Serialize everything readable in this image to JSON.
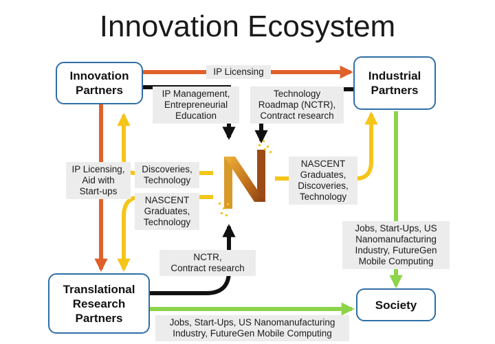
{
  "title": "Innovation Ecosystem",
  "nodes": {
    "innovation_partners": [
      "Innovation",
      "Partners"
    ],
    "industrial_partners": [
      "Industrial",
      "Partners"
    ],
    "translational_partners": [
      "Translational",
      "Research",
      "Partners"
    ],
    "society": "Society"
  },
  "center_logo": "N",
  "labels": {
    "ip_licensing_top": [
      "IP Licensing"
    ],
    "ip_management": [
      "IP Management,",
      "Entrepreneurial",
      "Education"
    ],
    "tech_roadmap": [
      "Technology",
      "Roadmap (NCTR),",
      "Contract research"
    ],
    "ip_licensing_left": [
      "IP Licensing,",
      "Aid with",
      "Start-ups"
    ],
    "discoveries_left": [
      "Discoveries,",
      "Technology"
    ],
    "graduates_left": [
      "NASCENT",
      "Graduates,",
      "Technology"
    ],
    "graduates_right": [
      "NASCENT",
      "Graduates,",
      "Discoveries,",
      "Technology"
    ],
    "nctr": [
      "NCTR,",
      "Contract research"
    ],
    "jobs_right": [
      "Jobs, Start-Ups, US",
      "Nanomanufacturing",
      "Industry, FutureGen",
      "Mobile Computing"
    ],
    "jobs_bottom": [
      "Jobs, Start-Ups, US Nanomanufacturing",
      "Industry, FutureGen Mobile Computing"
    ]
  },
  "colors": {
    "orange": "#e0602a",
    "yellow": "#f5c518",
    "green": "#8cd448",
    "black": "#111111",
    "box_border": "#2e6ea6",
    "label_bg": "#ececec"
  }
}
